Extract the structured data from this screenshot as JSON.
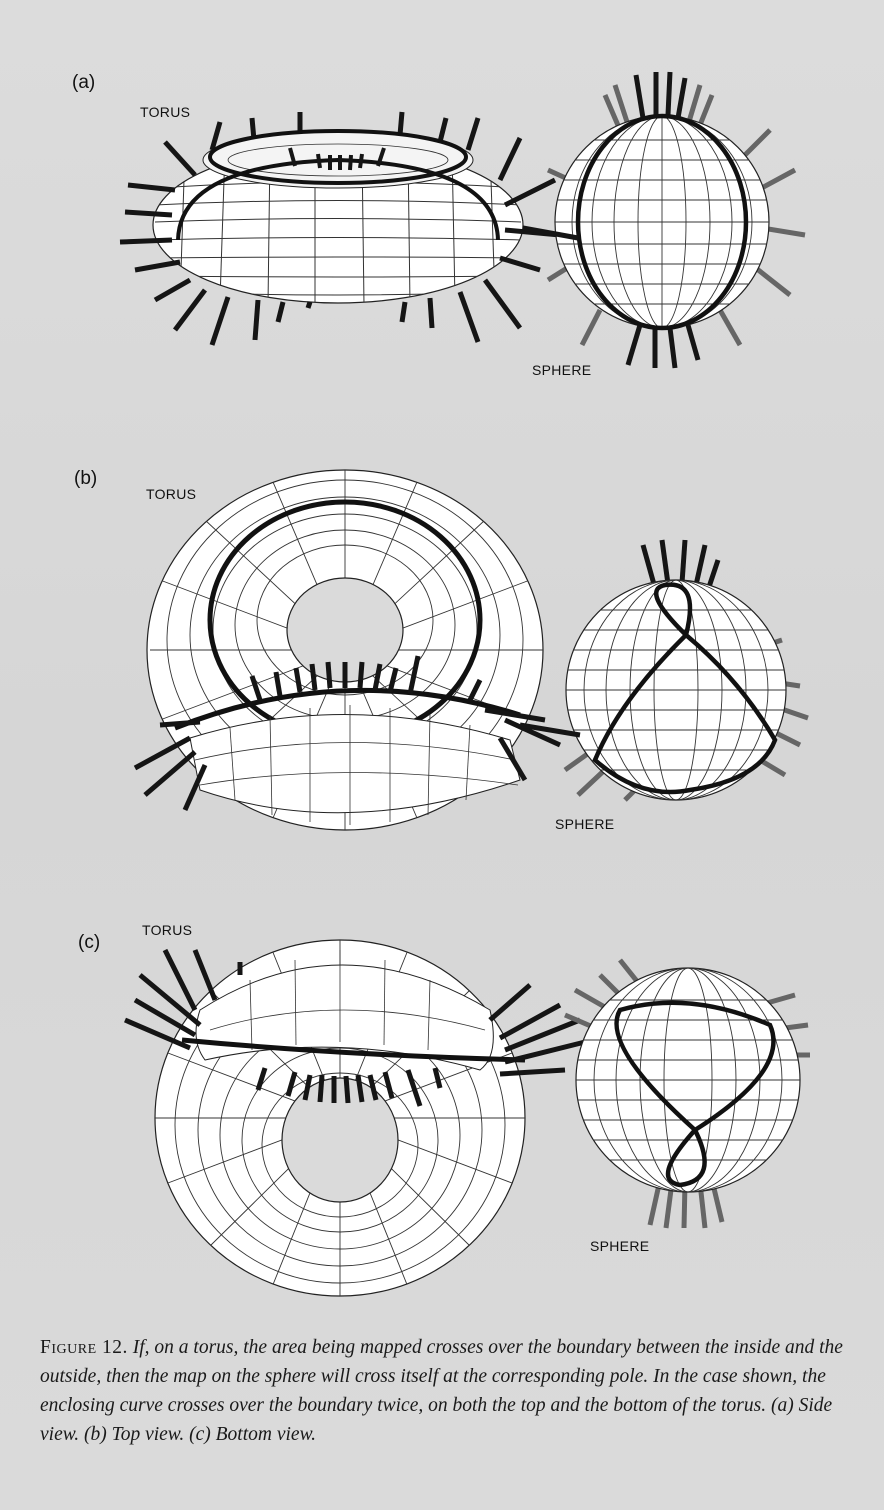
{
  "panels": [
    {
      "letter": "(a)",
      "torus_label": "TORUS",
      "sphere_label": "SPHERE"
    },
    {
      "letter": "(b)",
      "torus_label": "TORUS",
      "sphere_label": "SPHERE"
    },
    {
      "letter": "(c)",
      "torus_label": "TORUS",
      "sphere_label": "SPHERE"
    }
  ],
  "caption": {
    "label": "Figure 12.",
    "text": "If, on a torus, the area being mapped crosses over the boundary between the inside and the outside, then the map on the sphere will cross itself at the corresponding pole. In the case shown, the enclosing curve crosses over the boundary twice, on both the top and the bottom of the torus. (a) Side view. (b) Top view. (c) Bottom view."
  },
  "colors": {
    "background": "#d9d9d9",
    "mesh_fill": "#ffffff",
    "mesh_line": "#222222",
    "curve": "#111111",
    "needle_dark": "#151515",
    "needle_grey": "#666666"
  }
}
